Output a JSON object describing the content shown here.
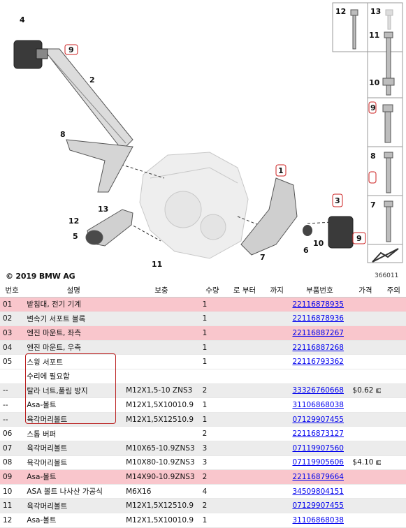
{
  "diagram": {
    "copyright": "© 2019 BMW AG",
    "diagram_id": "366011",
    "callouts": [
      "1",
      "2",
      "3",
      "4",
      "5",
      "6",
      "7",
      "8",
      "9",
      "9",
      "10",
      "11",
      "12",
      "13"
    ],
    "side_panel": [
      "12",
      "13",
      "11",
      "10",
      "9",
      "8",
      "7"
    ]
  },
  "table": {
    "headers": [
      "번호",
      "설명",
      "보충",
      "수량",
      "로 부터",
      "까지",
      "부품번호",
      "가격",
      "주의"
    ],
    "rows": [
      {
        "num": "01",
        "desc": "받침대, 전기 기계",
        "supp": "",
        "qty": "1",
        "part": "22116878935",
        "price": "",
        "style": "hl"
      },
      {
        "num": "02",
        "desc": "변속기 서포트 블록",
        "supp": "",
        "qty": "1",
        "part": "22116878936",
        "price": "",
        "style": "grey"
      },
      {
        "num": "03",
        "desc": "엔진 마운트, 좌측",
        "supp": "",
        "qty": "1",
        "part": "22116887267",
        "price": "",
        "style": "hl"
      },
      {
        "num": "04",
        "desc": "엔진 마운트, 우측",
        "supp": "",
        "qty": "1",
        "part": "22116887268",
        "price": "",
        "style": "grey"
      },
      {
        "num": "05",
        "desc": "스윙 서포트",
        "supp": "",
        "qty": "1",
        "part": "22116793362",
        "price": "",
        "style": ""
      },
      {
        "num": "",
        "desc": "수리에 필요함",
        "supp": "",
        "qty": "",
        "part": "",
        "price": "",
        "style": ""
      },
      {
        "num": "--",
        "desc": "탈라 너트,풀림 방지",
        "supp": "M12X1,5-10 ZNS3",
        "qty": "2",
        "part": "33326760668",
        "price": "$0.62",
        "style": "grey"
      },
      {
        "num": "--",
        "desc": "Asa-볼트",
        "supp": "M12X1,5X10010.9",
        "qty": "1",
        "part": "31106868038",
        "price": "",
        "style": ""
      },
      {
        "num": "--",
        "desc": "육각머리볼트",
        "supp": "M12X1,5X12510.9",
        "qty": "1",
        "part": "07129907455",
        "price": "",
        "style": "grey"
      },
      {
        "num": "06",
        "desc": "스톱 버퍼",
        "supp": "",
        "qty": "2",
        "part": "22116873127",
        "price": "",
        "style": ""
      },
      {
        "num": "07",
        "desc": "육각머리볼트",
        "supp": "M10X65-10.9ZNS3",
        "qty": "3",
        "part": "07119907560",
        "price": "",
        "style": "grey"
      },
      {
        "num": "08",
        "desc": "육각머리볼트",
        "supp": "M10X80-10.9ZNS3",
        "qty": "3",
        "part": "07119905606",
        "price": "$4.10",
        "style": ""
      },
      {
        "num": "09",
        "desc": "Asa-볼트",
        "supp": "M14X90-10.9ZNS3",
        "qty": "2",
        "part": "22116879664",
        "price": "",
        "style": "hl"
      },
      {
        "num": "10",
        "desc": "ASA 볼트 나사산 가공식",
        "supp": "M6X16",
        "qty": "4",
        "part": "34509804151",
        "price": "",
        "style": ""
      },
      {
        "num": "11",
        "desc": "육각머리볼트",
        "supp": "M12X1,5X12510.9",
        "qty": "2",
        "part": "07129907455",
        "price": "",
        "style": "grey"
      },
      {
        "num": "12",
        "desc": "Asa-볼트",
        "supp": "M12X1,5X10010.9",
        "qty": "1",
        "part": "31106868038",
        "price": "",
        "style": ""
      }
    ]
  }
}
